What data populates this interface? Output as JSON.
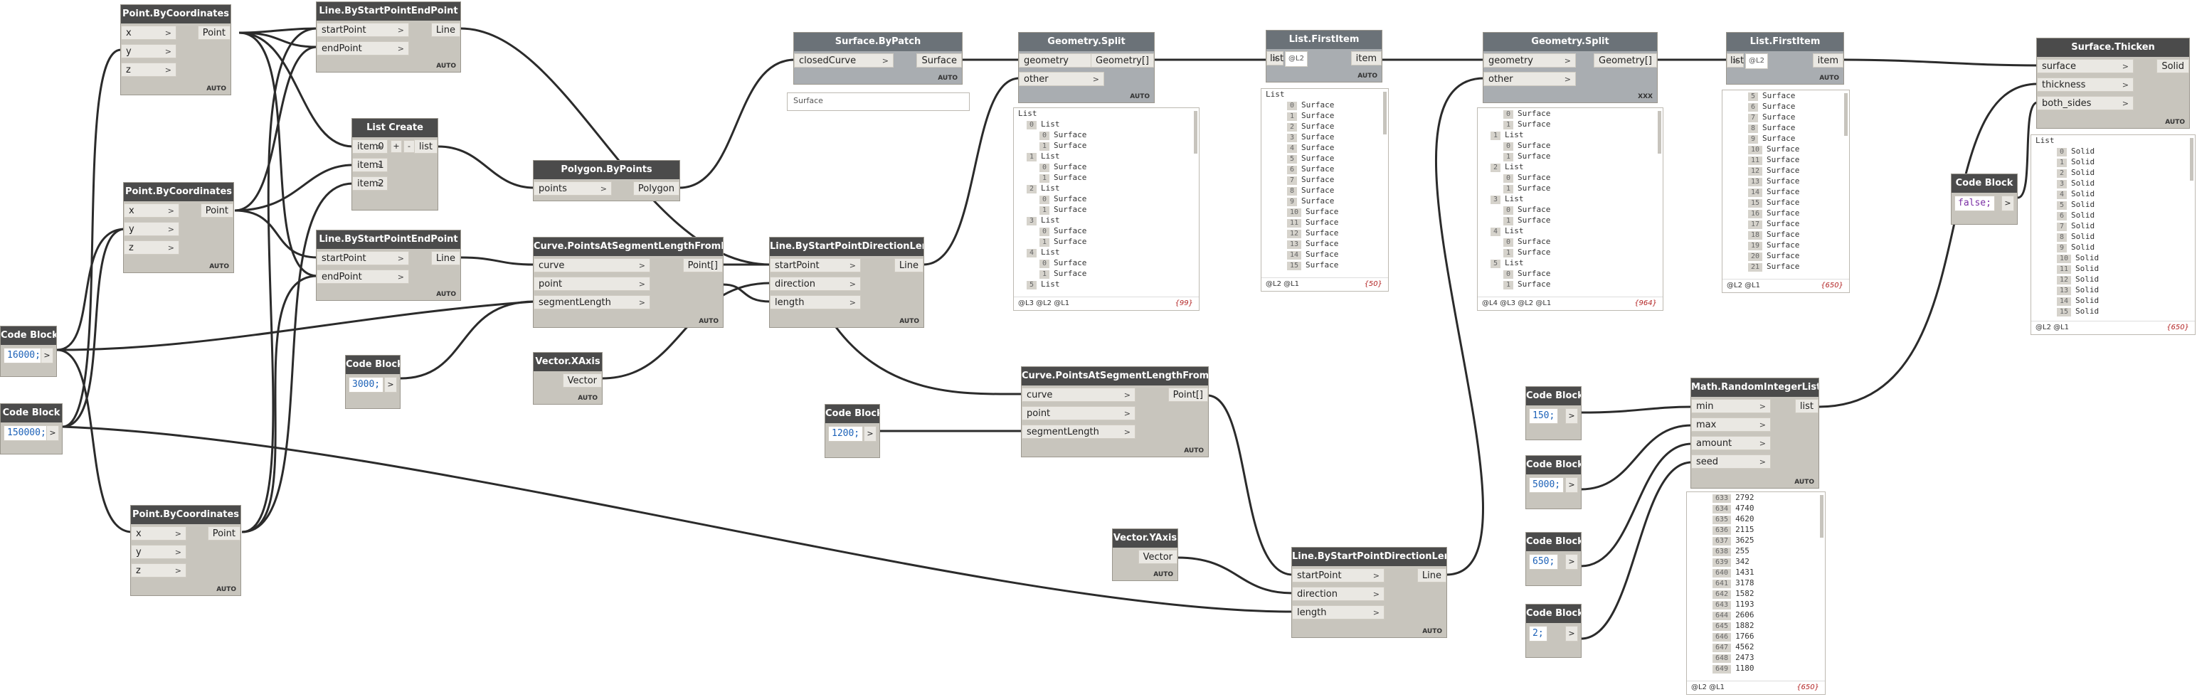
{
  "nodes": {
    "pt1": {
      "title": "Point.ByCoordinates",
      "inputs": [
        "x",
        "y",
        "z"
      ],
      "output": "Point"
    },
    "pt2": {
      "title": "Point.ByCoordinates",
      "inputs": [
        "x",
        "y",
        "z"
      ],
      "output": "Point"
    },
    "pt3": {
      "title": "Point.ByCoordinates",
      "inputs": [
        "x",
        "y",
        "z"
      ],
      "output": "Point"
    },
    "line1": {
      "title": "Line.ByStartPointEndPoint",
      "inputs": [
        "startPoint",
        "endPoint"
      ],
      "output": "Line"
    },
    "line2": {
      "title": "Line.ByStartPointEndPoint",
      "inputs": [
        "startPoint",
        "endPoint"
      ],
      "output": "Line"
    },
    "listcreate": {
      "title": "List Create",
      "inputs": [
        "item0",
        "item1",
        "item2"
      ],
      "output": "list",
      "plus": "+",
      "minus": "-"
    },
    "polygon": {
      "title": "Polygon.ByPoints",
      "inputs": [
        "points"
      ],
      "output": "Polygon"
    },
    "curvepts1": {
      "title": "Curve.PointsAtSegmentLengthFromPoint",
      "inputs": [
        "curve",
        "point",
        "segmentLength"
      ],
      "output": "Point[]"
    },
    "curvepts2": {
      "title": "Curve.PointsAtSegmentLengthFromPoint",
      "inputs": [
        "curve",
        "point",
        "segmentLength"
      ],
      "output": "Point[]"
    },
    "vecx": {
      "title": "Vector.XAxis",
      "output": "Vector"
    },
    "vecy": {
      "title": "Vector.YAxis",
      "output": "Vector"
    },
    "surfpatch": {
      "title": "Surface.ByPatch",
      "inputs": [
        "closedCurve"
      ],
      "output": "Surface",
      "preview": "Surface"
    },
    "linedir1": {
      "title": "Line.ByStartPointDirectionLength",
      "inputs": [
        "startPoint",
        "direction",
        "length"
      ],
      "output": "Line"
    },
    "linedir2": {
      "title": "Line.ByStartPointDirectionLength",
      "inputs": [
        "startPoint",
        "direction",
        "length"
      ],
      "output": "Line"
    },
    "split1": {
      "title": "Geometry.Split",
      "inputs": [
        "geometry",
        "other"
      ],
      "output": "Geometry[]"
    },
    "split2": {
      "title": "Geometry.Split",
      "inputs": [
        "geometry",
        "other"
      ],
      "output": "Geometry[]",
      "lacing": "XXX"
    },
    "first1": {
      "title": "List.FirstItem",
      "inputs": [
        "list"
      ],
      "output": "item",
      "badge": "@L2"
    },
    "first2": {
      "title": "List.FirstItem",
      "inputs": [
        "list"
      ],
      "output": "item",
      "badge": "@L2"
    },
    "random": {
      "title": "Math.RandomIntegerList",
      "inputs": [
        "min",
        "max",
        "amount",
        "seed"
      ],
      "output": "list"
    },
    "thicken": {
      "title": "Surface.Thicken",
      "inputs": [
        "surface",
        "thickness",
        "both_sides"
      ],
      "output": "Solid"
    },
    "auto": "AUTO"
  },
  "code_blocks": {
    "cb16000": {
      "title": "Code Block",
      "value": "16000;"
    },
    "cb150000": {
      "title": "Code Block",
      "value": "150000;"
    },
    "cb3000": {
      "title": "Code Block",
      "value": "3000;"
    },
    "cb1200": {
      "title": "Code Block",
      "value": "1200;"
    },
    "cb150": {
      "title": "Code Block",
      "value": "150;"
    },
    "cb5000": {
      "title": "Code Block",
      "value": "5000;"
    },
    "cb650": {
      "title": "Code Block",
      "value": "650;"
    },
    "cb2": {
      "title": "Code Block",
      "value": "2;"
    },
    "cbfalse": {
      "title": "Code Block",
      "value": "false;"
    },
    "port": ">"
  },
  "previews": {
    "split1": {
      "lines": [
        [
          "",
          "List"
        ],
        [
          "0",
          "List"
        ],
        [
          "0",
          "Surface"
        ],
        [
          "1",
          "Surface"
        ],
        [
          "1",
          "List"
        ],
        [
          "0",
          "Surface"
        ],
        [
          "1",
          "Surface"
        ],
        [
          "2",
          "List"
        ],
        [
          "0",
          "Surface"
        ],
        [
          "1",
          "Surface"
        ],
        [
          "3",
          "List"
        ],
        [
          "0",
          "Surface"
        ],
        [
          "1",
          "Surface"
        ],
        [
          "4",
          "List"
        ],
        [
          "0",
          "Surface"
        ],
        [
          "1",
          "Surface"
        ],
        [
          "5",
          "List"
        ]
      ],
      "levels": "@L3 @L2 @L1",
      "count": "{99}"
    },
    "first1": {
      "lines": [
        [
          "",
          "List"
        ],
        [
          "0",
          "Surface"
        ],
        [
          "1",
          "Surface"
        ],
        [
          "2",
          "Surface"
        ],
        [
          "3",
          "Surface"
        ],
        [
          "4",
          "Surface"
        ],
        [
          "5",
          "Surface"
        ],
        [
          "6",
          "Surface"
        ],
        [
          "7",
          "Surface"
        ],
        [
          "8",
          "Surface"
        ],
        [
          "9",
          "Surface"
        ],
        [
          "10",
          "Surface"
        ],
        [
          "11",
          "Surface"
        ],
        [
          "12",
          "Surface"
        ],
        [
          "13",
          "Surface"
        ],
        [
          "14",
          "Surface"
        ],
        [
          "15",
          "Surface"
        ]
      ],
      "levels": "@L2 @L1",
      "count": "{50}"
    },
    "split2": {
      "lines": [
        [
          "0",
          "Surface"
        ],
        [
          "1",
          "Surface"
        ],
        [
          "1",
          "List"
        ],
        [
          "0",
          "Surface"
        ],
        [
          "1",
          "Surface"
        ],
        [
          "2",
          "List"
        ],
        [
          "0",
          "Surface"
        ],
        [
          "1",
          "Surface"
        ],
        [
          "3",
          "List"
        ],
        [
          "0",
          "Surface"
        ],
        [
          "1",
          "Surface"
        ],
        [
          "4",
          "List"
        ],
        [
          "0",
          "Surface"
        ],
        [
          "1",
          "Surface"
        ],
        [
          "5",
          "List"
        ],
        [
          "0",
          "Surface"
        ],
        [
          "1",
          "Surface"
        ]
      ],
      "levels": "@L4 @L3 @L2 @L1",
      "count": "{964}"
    },
    "first2": {
      "lines": [
        [
          "5",
          "Surface"
        ],
        [
          "6",
          "Surface"
        ],
        [
          "7",
          "Surface"
        ],
        [
          "8",
          "Surface"
        ],
        [
          "9",
          "Surface"
        ],
        [
          "10",
          "Surface"
        ],
        [
          "11",
          "Surface"
        ],
        [
          "12",
          "Surface"
        ],
        [
          "13",
          "Surface"
        ],
        [
          "14",
          "Surface"
        ],
        [
          "15",
          "Surface"
        ],
        [
          "16",
          "Surface"
        ],
        [
          "17",
          "Surface"
        ],
        [
          "18",
          "Surface"
        ],
        [
          "19",
          "Surface"
        ],
        [
          "20",
          "Surface"
        ],
        [
          "21",
          "Surface"
        ]
      ],
      "levels": "@L2 @L1",
      "count": "{650}"
    },
    "thicken": {
      "lines": [
        [
          "",
          "List"
        ],
        [
          "0",
          "Solid"
        ],
        [
          "1",
          "Solid"
        ],
        [
          "2",
          "Solid"
        ],
        [
          "3",
          "Solid"
        ],
        [
          "4",
          "Solid"
        ],
        [
          "5",
          "Solid"
        ],
        [
          "6",
          "Solid"
        ],
        [
          "7",
          "Solid"
        ],
        [
          "8",
          "Solid"
        ],
        [
          "9",
          "Solid"
        ],
        [
          "10",
          "Solid"
        ],
        [
          "11",
          "Solid"
        ],
        [
          "12",
          "Solid"
        ],
        [
          "13",
          "Solid"
        ],
        [
          "14",
          "Solid"
        ],
        [
          "15",
          "Solid"
        ]
      ],
      "levels": "@L2 @L1",
      "count": "{650}"
    },
    "random": {
      "lines": [
        [
          "633",
          "2792"
        ],
        [
          "634",
          "4740"
        ],
        [
          "635",
          "4620"
        ],
        [
          "636",
          "2115"
        ],
        [
          "637",
          "3625"
        ],
        [
          "638",
          "255"
        ],
        [
          "639",
          "342"
        ],
        [
          "640",
          "1431"
        ],
        [
          "641",
          "3178"
        ],
        [
          "642",
          "1582"
        ],
        [
          "643",
          "1193"
        ],
        [
          "644",
          "2606"
        ],
        [
          "645",
          "1882"
        ],
        [
          "646",
          "1766"
        ],
        [
          "647",
          "4562"
        ],
        [
          "648",
          "2473"
        ],
        [
          "649",
          "1180"
        ]
      ],
      "levels": "@L2 @L1",
      "count": "{650}"
    }
  }
}
